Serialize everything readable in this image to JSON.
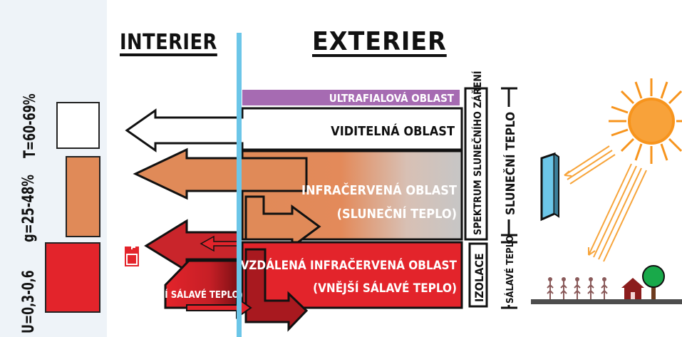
{
  "headers": {
    "interior": "INTERIER",
    "exterior": "EXTERIER"
  },
  "left_panel": {
    "transmittance": "T=60-69%",
    "g_value": "g=25-48%",
    "u_value": "U=0,3-0,6",
    "colors": {
      "visible": "#ffffff",
      "infrared": "#e08a58",
      "far_infrared": "#e3242b"
    }
  },
  "bands": {
    "ultraviolet": "ULTRAFIALOVÁ OBLAST",
    "visible": "VIDITELNÁ OBLAST",
    "infrared_1": "INFRAČERVENÁ OBLAST",
    "infrared_2": "(SLUNEČNÍ TEPLO)",
    "far_infrared": "VZDÁLENÁ INFRAČERVENÁ OBLAST",
    "outer_radiant": "(VNĚJŠÍ SÁLAVÉ TEPLO)",
    "inner_radiant": "(VNITŘNÍ SÁLAVÉ TEPLO)"
  },
  "side_labels": {
    "solar_spectrum": "SPEKTRUM SLUNEČNÍHO ZÁŘENÍ",
    "insulation": "IZOLACE",
    "solar_heat": "SLUNEČNÍ TEPLO",
    "radiant_heat": "SÁLAVÉ TEPLO"
  },
  "icons": [
    "heater-icon",
    "sun-icon",
    "glass-pane-icon",
    "house-icon",
    "tree-icon",
    "plants-icon"
  ],
  "colors": {
    "glass_line": "#6cc6e8",
    "uv": "#a66bb2",
    "infrared": "#e08a58",
    "far_infrared": "#e3242b",
    "dark_red": "#a8191f",
    "sun": "#f7941d",
    "ray": "#f7a43a"
  }
}
